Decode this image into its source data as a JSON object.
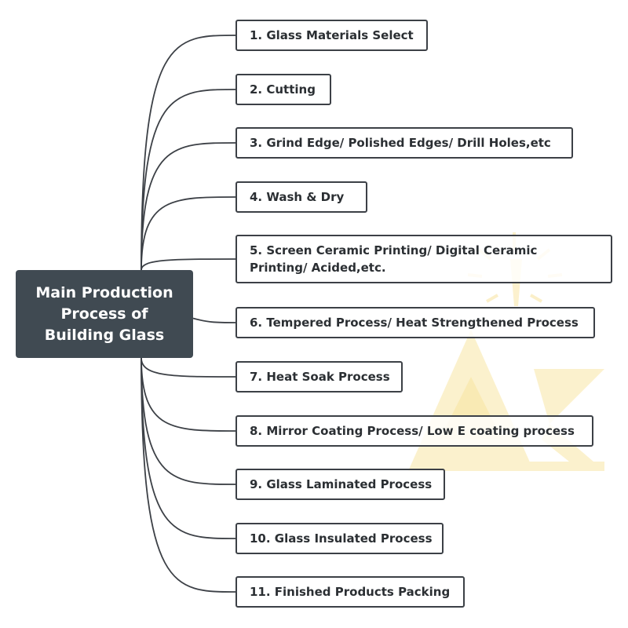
{
  "root": {
    "label": "Main Production Process of Building Glass"
  },
  "steps": [
    {
      "label": "1. Glass Materials Select"
    },
    {
      "label": "2. Cutting"
    },
    {
      "label": "3. Grind Edge/ Polished Edges/ Drill Holes,etc"
    },
    {
      "label": "4. Wash & Dry"
    },
    {
      "label": "5. Screen Ceramic Printing/ Digital Ceramic Printing/ Acided,etc."
    },
    {
      "label": "6. Tempered Process/ Heat Strengthened Process"
    },
    {
      "label": "7. Heat Soak Process"
    },
    {
      "label": "8. Mirror Coating Process/ Low E coating process"
    },
    {
      "label": "9. Glass Laminated Process"
    },
    {
      "label": "10. Glass Insulated Process"
    },
    {
      "label": "11. Finished Products Packing"
    }
  ],
  "colors": {
    "root_fill": "#404a52",
    "box_border": "#3c4046",
    "connector": "#3c4046",
    "watermark": "#f7dc8a"
  }
}
